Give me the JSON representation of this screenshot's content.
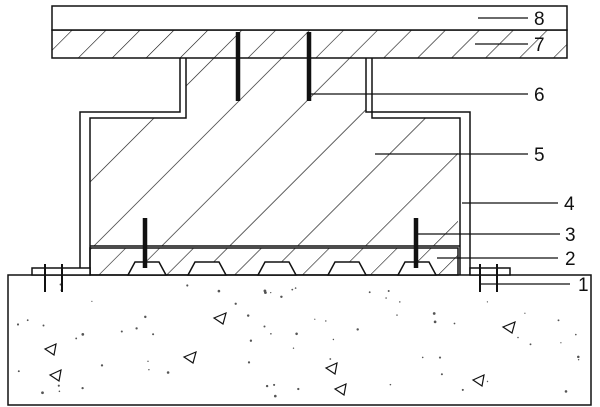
{
  "diagram": {
    "callouts": [
      {
        "id": "1",
        "text": "1"
      },
      {
        "id": "2",
        "text": "2"
      },
      {
        "id": "3",
        "text": "3"
      },
      {
        "id": "4",
        "text": "4"
      },
      {
        "id": "5",
        "text": "5"
      },
      {
        "id": "6",
        "text": "6"
      },
      {
        "id": "7",
        "text": "7"
      },
      {
        "id": "8",
        "text": "8"
      }
    ],
    "colors": {
      "line": "#111111",
      "background": "#ffffff",
      "speckle": "#555555"
    }
  }
}
